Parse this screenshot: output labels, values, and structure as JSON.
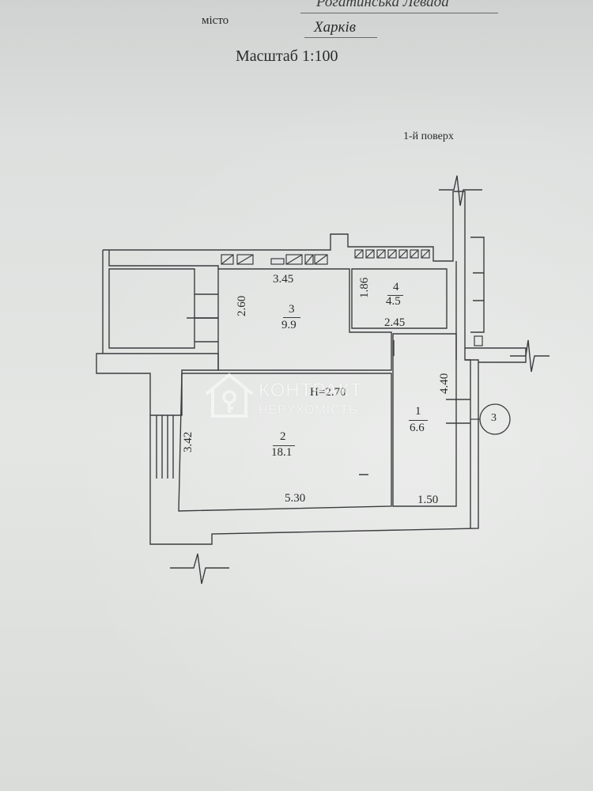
{
  "header": {
    "street": "Рогатинська Левада",
    "city_label": "місто",
    "city_value": "Харків",
    "scale": "Масштаб 1:100",
    "floor": "1-й поверх"
  },
  "rooms": [
    {
      "number": "1",
      "area": "6.6"
    },
    {
      "number": "2",
      "area": "18.1"
    },
    {
      "number": "3",
      "area": "9.9"
    },
    {
      "number": "4",
      "area": "4.5"
    }
  ],
  "dimensions": {
    "room3_width": "3.45",
    "room3_depth": "2.60",
    "room4_depth": "1.86",
    "room4_width": "2.45",
    "room1_length": "4.40",
    "room1_width": "1.50",
    "room2_width": "5.30",
    "room2_depth": "3.42",
    "ceiling_height": "H=2.70"
  },
  "stair_marker": "3",
  "watermark": {
    "brand": "КОНТРАКТ",
    "sub": "НЕРУХОМІСТЬ"
  }
}
